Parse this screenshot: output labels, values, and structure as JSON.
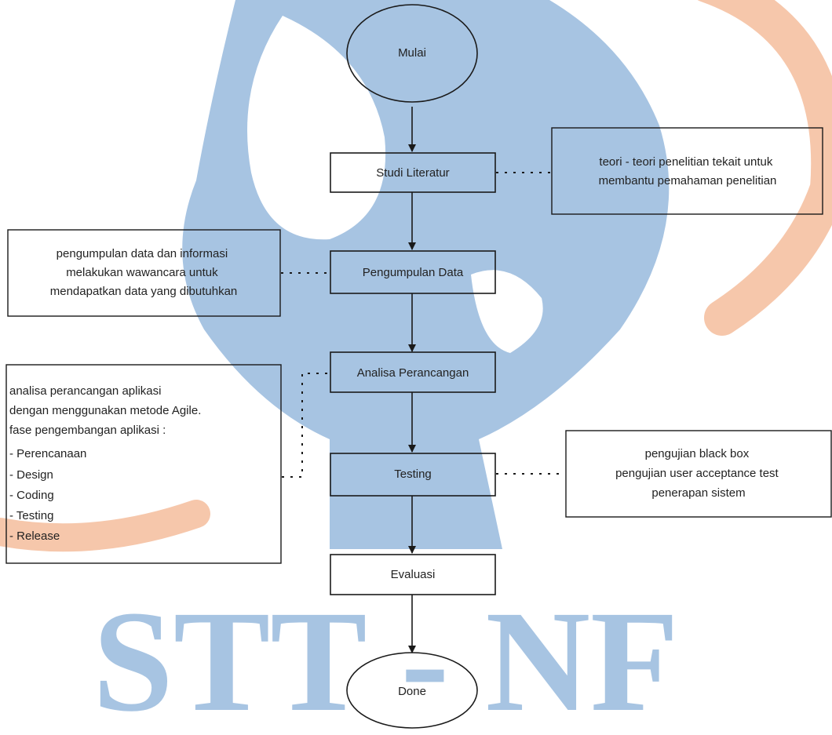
{
  "watermark": {
    "text": "STT - NF",
    "colors": {
      "blue": "#a7c4e2",
      "orange": "#f6c7ab"
    }
  },
  "nodes": {
    "start": "Mulai",
    "studi": "Studi Literatur",
    "pengumpulan": "Pengumpulan Data",
    "analisa": "Analisa Perancangan",
    "testing": "Testing",
    "evaluasi": "Evaluasi",
    "done": "Done"
  },
  "notes": {
    "studi": [
      "teori - teori penelitian tekait untuk",
      "membantu pemahaman penelitian"
    ],
    "pengumpulan": [
      "pengumpulan data dan informasi",
      "melakukan wawancara untuk",
      "mendapatkan data yang dibutuhkan"
    ],
    "analisa": [
      "analisa perancangan aplikasi",
      "dengan menggunakan metode Agile.",
      "fase pengembangan aplikasi :",
      "- Perencanaan",
      "- Design",
      "- Coding",
      "- Testing",
      "- Release"
    ],
    "testing": [
      "pengujian black box",
      "pengujian user acceptance test",
      "penerapan sistem"
    ]
  }
}
